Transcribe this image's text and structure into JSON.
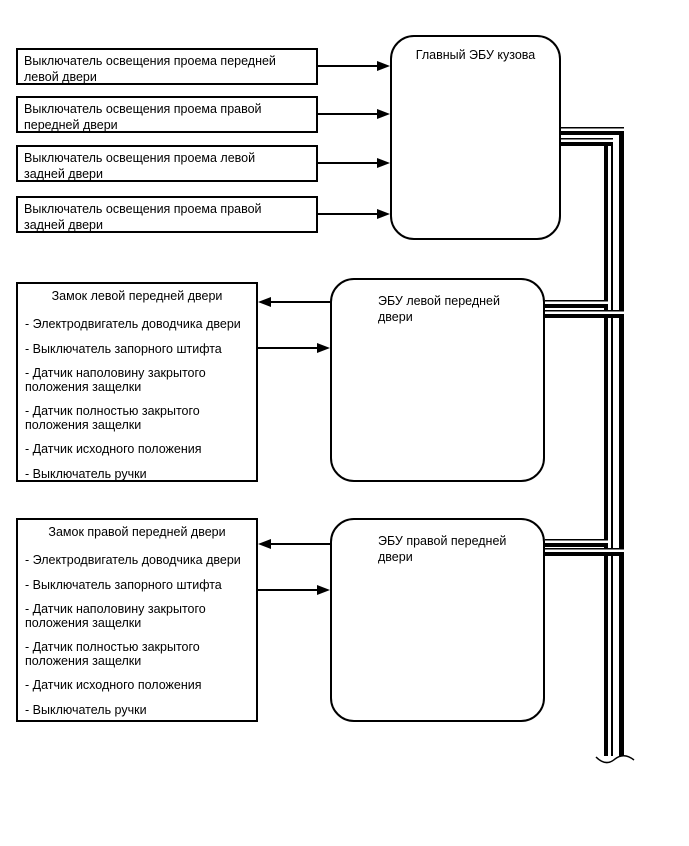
{
  "colors": {
    "line": "#000000",
    "background": "#ffffff"
  },
  "switch_boxes": [
    {
      "lines": [
        "Выключатель освещения проема передней",
        "левой двери"
      ]
    },
    {
      "lines": [
        "Выключатель освещения проема правой",
        "передней двери"
      ]
    },
    {
      "lines": [
        "Выключатель освещения проема левой",
        "задней двери"
      ]
    },
    {
      "lines": [
        "Выключатель освещения проема правой",
        "задней двери"
      ]
    }
  ],
  "main_ecu": {
    "label": "Главный ЭБУ кузова"
  },
  "left_door": {
    "ecu": {
      "lines": [
        "ЭБУ левой передней",
        "двери"
      ]
    },
    "lock": {
      "title": "Замок левой передней двери",
      "items": [
        {
          "lines": [
            "- Электродвигатель доводчика двери"
          ]
        },
        {
          "lines": [
            "- Выключатель запорного штифта"
          ]
        },
        {
          "lines": [
            "- Датчик наполовину закрытого",
            "положения защелки"
          ]
        },
        {
          "lines": [
            "- Датчик полностью закрытого",
            "положения защелки"
          ]
        },
        {
          "lines": [
            "- Датчик исходного положения"
          ]
        },
        {
          "lines": [
            "- Выключатель ручки"
          ]
        }
      ]
    }
  },
  "right_door": {
    "ecu": {
      "lines": [
        "ЭБУ правой передней",
        "двери"
      ]
    },
    "lock": {
      "title": "Замок правой передней двери",
      "items": [
        {
          "lines": [
            "- Электродвигатель доводчика двери"
          ]
        },
        {
          "lines": [
            "- Выключатель запорного штифта"
          ]
        },
        {
          "lines": [
            "- Датчик наполовину закрытого",
            "положения защелки"
          ]
        },
        {
          "lines": [
            "- Датчик полностью закрытого",
            "положения защелки"
          ]
        },
        {
          "lines": [
            "- Датчик исходного положения"
          ]
        },
        {
          "lines": [
            "- Выключатель ручки"
          ]
        }
      ]
    }
  }
}
